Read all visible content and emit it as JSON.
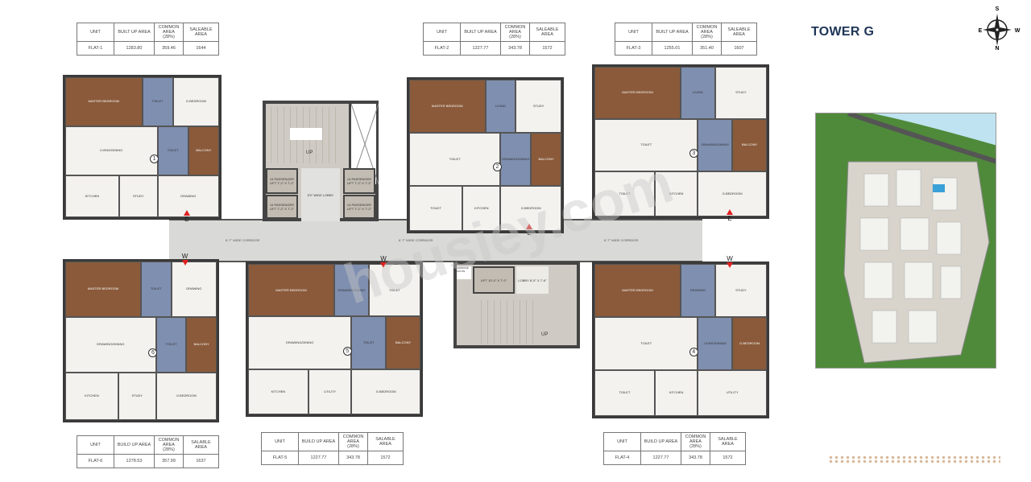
{
  "header": {
    "title": "TOWER G"
  },
  "compass": {
    "north": "N",
    "south": "S",
    "east": "E",
    "west": "W"
  },
  "area_tables": [
    {
      "headers": [
        "UNIT",
        "BUILT UP AREA",
        "COMMON AREA (28%)",
        "SALEABLE AREA"
      ],
      "row": [
        "FLAT-1",
        "1283.80",
        "359.46",
        "1644"
      ]
    },
    {
      "headers": [
        "UNIT",
        "BUILT UP AREA",
        "COMMON AREA (28%)",
        "SALEABLE AREA"
      ],
      "row": [
        "FLAT-2",
        "1227.77",
        "343.78",
        "1572"
      ]
    },
    {
      "headers": [
        "UNIT",
        "BUILT UP AREA",
        "COMMON AREA (28%)",
        "SALEABLE AREA"
      ],
      "row": [
        "FLAT-3",
        "1255.01",
        "351.40",
        "1607"
      ]
    },
    {
      "headers": [
        "UNIT",
        "BUILD UP AREA",
        "COMMON AREA (28%)",
        "SALABLE AREA"
      ],
      "row": [
        "FLAT-6",
        "1278.53",
        "357.99",
        "1637"
      ]
    },
    {
      "headers": [
        "UNIT",
        "BUILD UP AREA",
        "COMMON AREA (28%)",
        "SALABLE AREA"
      ],
      "row": [
        "FLAT-5",
        "1227.77",
        "343.78",
        "1572"
      ]
    },
    {
      "headers": [
        "UNIT",
        "BUILD UP AREA",
        "COMMON AREA (28%)",
        "SALABLE AREA"
      ],
      "row": [
        "FLAT-4",
        "1227.77",
        "343.78",
        "1572"
      ]
    }
  ],
  "corridor": {
    "label": "6'-7\" WIDE CORRIDOR"
  },
  "core_upper": {
    "lifts": [
      "14 PASSENGER LIFT 7'-2\" X 7'-2\"",
      "14 PASSENGER LIFT 7'-2\" X 7'-2\"",
      "14 PASSENGER LIFT 7'-2\" X 7'-2\"",
      "14 PASSENGER LIFT 7'-2\" X 7'-2\""
    ],
    "lobby": "5'0\" WIDE LOBBY",
    "stair": "UP"
  },
  "core_lower": {
    "lift": "LIFT 10'-0\" X 7'-0\"",
    "lobby": "LOBBY 8'-5\" X 7'-6\"",
    "chute": "GARBAGE CHUTE",
    "stair": "UP"
  },
  "flats": [
    {
      "number": "1",
      "entry": "E",
      "rooms": [
        "MASTER BEDROOM",
        "TOILET",
        "G.BEDROOM",
        "LIVING/DINING",
        "TOILET",
        "KITCHEN",
        "STUDY",
        "DRAWING",
        "BALCONY"
      ]
    },
    {
      "number": "2",
      "entry": "E",
      "rooms": [
        "MASTER BEDROOM",
        "LIVING",
        "STUDY",
        "TOILET",
        "DRAWING/DINING",
        "TOILET",
        "KITCHEN",
        "G.BEDROOM",
        "BALCONY"
      ]
    },
    {
      "number": "3",
      "entry": "E",
      "rooms": [
        "MASTER BEDROOM",
        "LIVING",
        "STUDY",
        "TOILET",
        "DRAWING/DINING",
        "TOILET",
        "KITCHEN",
        "G.BEDROOM",
        "BALCONY"
      ]
    },
    {
      "number": "6",
      "entry": "W",
      "rooms": [
        "MASTER BEDROOM",
        "TOILET",
        "DRAWING",
        "DRAWING/DINING",
        "TOILET",
        "KITCHEN",
        "STUDY",
        "G.BEDROOM",
        "BALCONY"
      ]
    },
    {
      "number": "5",
      "entry": "W",
      "rooms": [
        "MASTER BEDROOM",
        "DRAWING/DINING",
        "TOILET",
        "DRAWING/DINING",
        "TOILET",
        "KITCHEN",
        "UTILITY",
        "G.BEDROOM",
        "BALCONY"
      ]
    },
    {
      "number": "4",
      "entry": "W",
      "rooms": [
        "MASTER BEDROOM",
        "DRAWING",
        "STUDY",
        "TOILET",
        "LIVING/DINING",
        "TOILET",
        "KITCHEN",
        "UTILITY",
        "G.BEDROOM"
      ]
    }
  ],
  "watermark": "housiey.com",
  "colors": {
    "title": "#1e3557",
    "marker": "#e02020",
    "site_green": "#4f8a3a",
    "water": "#bfe3f0"
  }
}
